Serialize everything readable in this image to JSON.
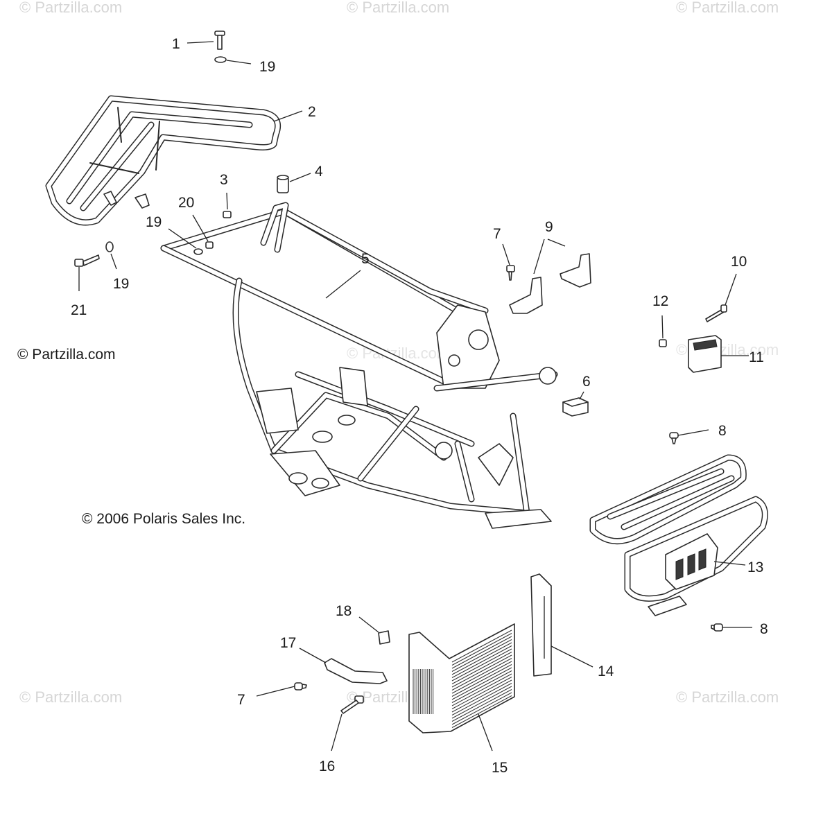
{
  "watermarks": {
    "top_left": "© Partzilla.com",
    "top_center": "© Partzilla.com",
    "top_right": "© Partzilla.com",
    "mid_center": "© Partzilla.com",
    "mid_right": "© Partzilla.com",
    "bottom_left": "© Partzilla.com",
    "bottom_center": "© Partzilla.com",
    "bottom_right": "© Partzilla.com"
  },
  "credits": {
    "partzilla": "© Partzilla.com",
    "polaris": "© 2006 Polaris Sales Inc."
  },
  "callouts": [
    {
      "id": "c1",
      "label": "1"
    },
    {
      "id": "c19a",
      "label": "19"
    },
    {
      "id": "c2",
      "label": "2"
    },
    {
      "id": "c4",
      "label": "4"
    },
    {
      "id": "c3",
      "label": "3"
    },
    {
      "id": "c20",
      "label": "20"
    },
    {
      "id": "c19b",
      "label": "19"
    },
    {
      "id": "c19c",
      "label": "19"
    },
    {
      "id": "c21",
      "label": "21"
    },
    {
      "id": "c5",
      "label": "5"
    },
    {
      "id": "c7a",
      "label": "7"
    },
    {
      "id": "c9",
      "label": "9"
    },
    {
      "id": "c10",
      "label": "10"
    },
    {
      "id": "c12",
      "label": "12"
    },
    {
      "id": "c11",
      "label": "11"
    },
    {
      "id": "c6",
      "label": "6"
    },
    {
      "id": "c8a",
      "label": "8"
    },
    {
      "id": "c13",
      "label": "13"
    },
    {
      "id": "c8b",
      "label": "8"
    },
    {
      "id": "c18",
      "label": "18"
    },
    {
      "id": "c17",
      "label": "17"
    },
    {
      "id": "c14",
      "label": "14"
    },
    {
      "id": "c7b",
      "label": "7"
    },
    {
      "id": "c16",
      "label": "16"
    },
    {
      "id": "c15",
      "label": "15"
    }
  ]
}
